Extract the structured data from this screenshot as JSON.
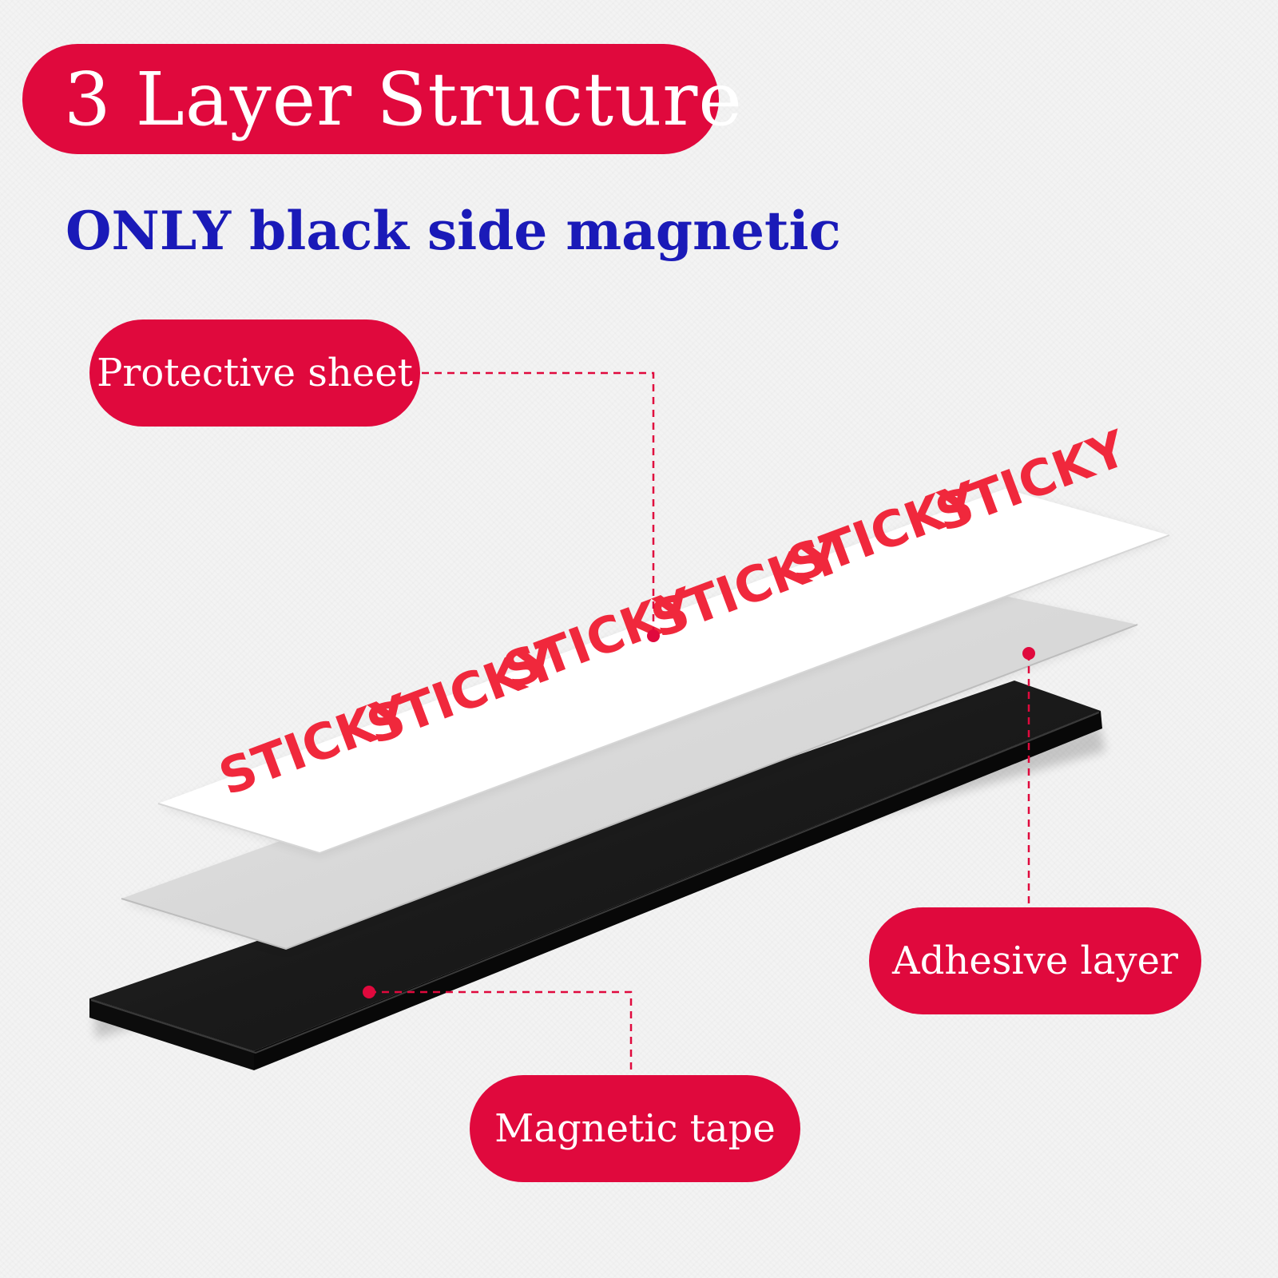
{
  "title": "3 Layer Structure",
  "subtitle": "ONLY black side magnetic",
  "labels": {
    "protective": "Protective sheet",
    "adhesive": "Adhesive layer",
    "magnetic": "Magnetic tape"
  },
  "sticky_words": [
    "STICKY",
    "STICKY",
    "STICKY",
    "STICKY",
    "STICKY",
    "STICKY"
  ],
  "colors": {
    "accent_red": "#e0093d",
    "subtitle_blue": "#1a1ab8",
    "sticky_red": "#f0283c",
    "magnet_black": "#1c1c1c"
  }
}
